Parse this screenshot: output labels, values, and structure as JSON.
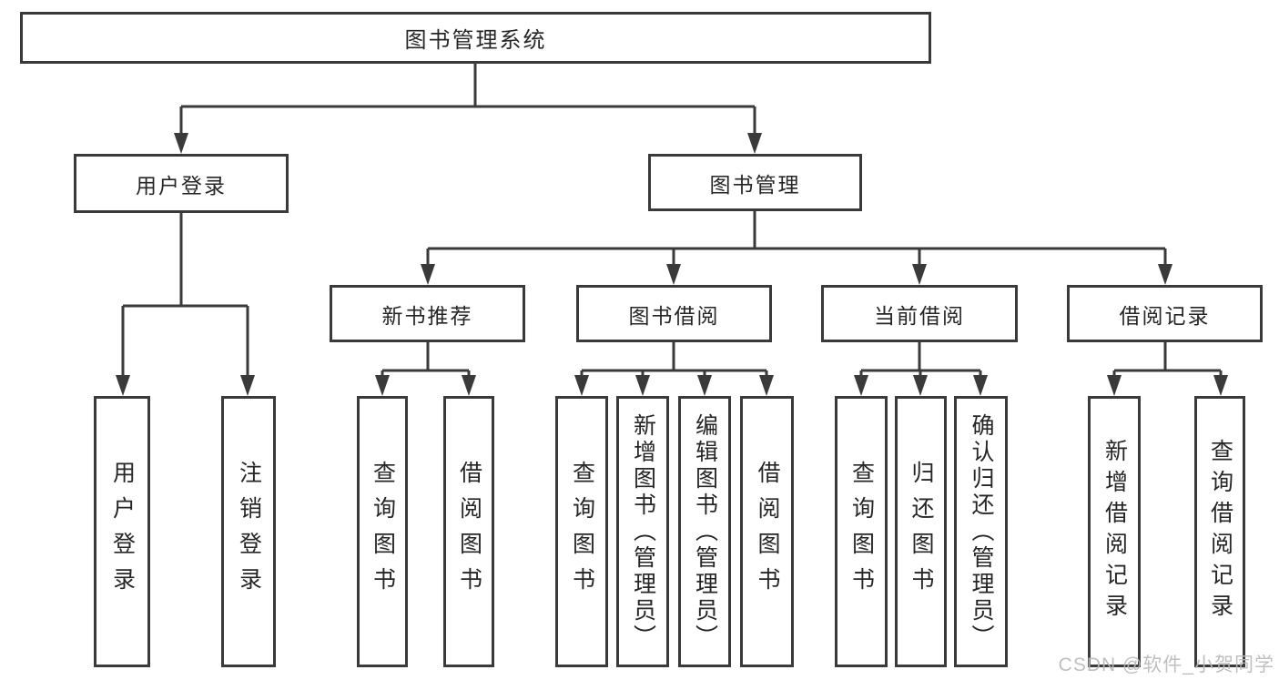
{
  "tree": {
    "root_label": "图书管理系统",
    "branches": [
      {
        "label": "用户登录",
        "children": [
          {
            "label": "用户登录"
          },
          {
            "label": "注销登录"
          }
        ]
      },
      {
        "label": "图书管理",
        "children": [
          {
            "label": "新书推荐",
            "children": [
              {
                "label": "查询图书"
              },
              {
                "label": "借阅图书"
              }
            ]
          },
          {
            "label": "图书借阅",
            "children": [
              {
                "label": "查询图书"
              },
              {
                "label": "新增图书（管理员）"
              },
              {
                "label": "编辑图书（管理员）"
              },
              {
                "label": "借阅图书"
              }
            ]
          },
          {
            "label": "当前借阅",
            "children": [
              {
                "label": "查询图书"
              },
              {
                "label": "归还图书"
              },
              {
                "label": "确认归还（管理员）"
              }
            ]
          },
          {
            "label": "借阅记录",
            "children": [
              {
                "label": "新增借阅记录"
              },
              {
                "label": "查询借阅记录"
              }
            ]
          }
        ]
      }
    ]
  },
  "watermark": {
    "text": "CSDN @软件_小贺同学"
  },
  "colors": {
    "line": "#3a3a3a",
    "text": "#262626",
    "box_background": "#ffffff",
    "watermark": "#b9b9b9",
    "page_background": "#ffffff"
  }
}
